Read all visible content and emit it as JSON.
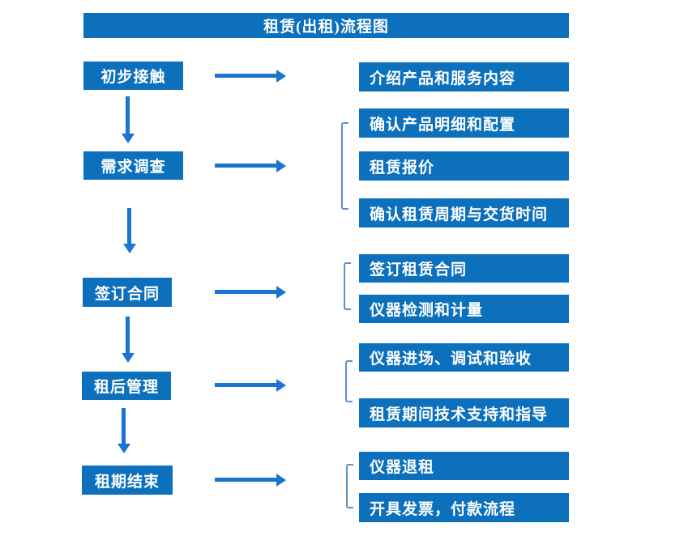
{
  "title": "租赁(出租)流程图",
  "colors": {
    "box-blue": "#0C70BC",
    "arrow-blue": "#1B74D2",
    "bracket-blue": "#6090C8",
    "text-white": "#FFFFFF",
    "background": "#FFFFFF"
  },
  "flow": {
    "stages": [
      {
        "label": "初步接触",
        "outputs": [
          "介绍产品和服务内容"
        ]
      },
      {
        "label": "需求调查",
        "outputs": [
          "确认产品明细和配置",
          "租赁报价",
          "确认租赁周期与交货时间"
        ]
      },
      {
        "label": "签订合同",
        "outputs": [
          "签订租赁合同",
          "仪器检测和计量"
        ]
      },
      {
        "label": "租后管理",
        "outputs": [
          "仪器进场、调试和验收",
          "租赁期间技术支持和指导"
        ]
      },
      {
        "label": "租期结束",
        "outputs": [
          "仪器退租",
          "开具发票，付款流程"
        ]
      }
    ]
  }
}
